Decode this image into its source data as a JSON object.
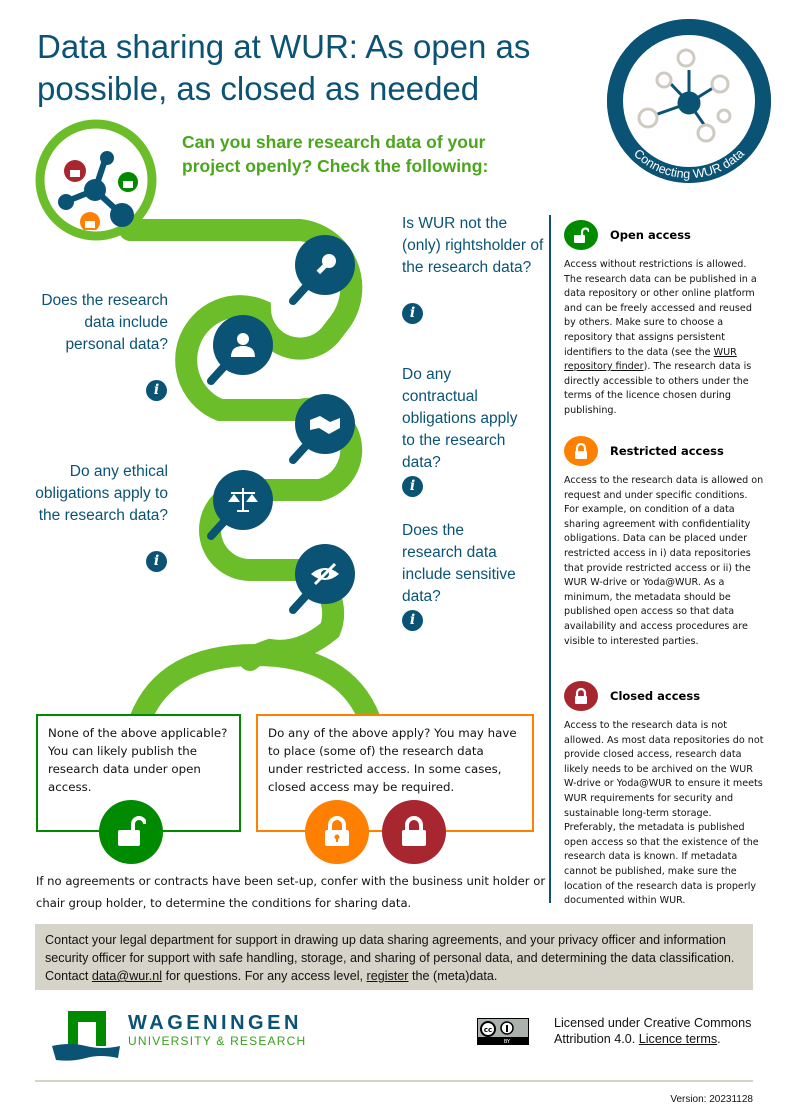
{
  "title": "Data sharing at WUR: As open as possible, as closed as needed",
  "badge_text": "Connecting WUR data",
  "subtitle": "Can you share research data of your project openly? Check the following:",
  "questions": [
    {
      "text": "Is WUR not the (only) rightsholder of the research data?",
      "icon": "key-icon"
    },
    {
      "text": "Does the research data include personal data?",
      "icon": "person-icon"
    },
    {
      "text": "Do any contractual obligations apply to the research data?",
      "icon": "handshake-icon"
    },
    {
      "text": "Do any ethical obligations apply to the research data?",
      "icon": "scales-icon"
    },
    {
      "text": "Does the research data include sensitive data?",
      "icon": "eye-slash-icon"
    }
  ],
  "info_label": "i",
  "access": {
    "open": {
      "title": "Open access",
      "body_pre": "Access without restrictions is allowed. The research data can be published in a data repository or other online platform and can be freely accessed and reused by others. Make sure to choose a repository that assigns persistent identifiers to the data (see the ",
      "link": "WUR repository finder",
      "body_post": "). The research data is directly accessible to others under the terms of the licence chosen during publishing.",
      "color": "#008a00"
    },
    "restricted": {
      "title": "Restricted access",
      "body": "Access to the research data is allowed on request and under specific conditions. For example, on condition of a data sharing agreement with confidentiality obligations. Data can be placed under restricted access in i) data repositories that provide restricted access or ii) the WUR W-drive or Yoda@WUR. As a minimum, the metadata should be published open access so that data availability and access procedures are visible to interested parties.",
      "color": "#ff7f00"
    },
    "closed": {
      "title": "Closed access",
      "body": "Access to the research data is not allowed. As most data repositories do not provide closed access, research data likely needs to be archived on the WUR W-drive or Yoda@WUR to ensure it meets WUR requirements for security and sustainable long-term storage. Preferably, the metadata is published open access so that the existence of the research data is known. If metadata cannot be published, make sure the location of the research data is properly documented within WUR.",
      "color": "#a8262f"
    }
  },
  "outcomes": {
    "none": "None of the above applicable? You can likely publish the research data under open access.",
    "any": "Do any of the above apply? You may have to place (some of) the research data under restricted access. In some cases, closed access may be required."
  },
  "bottom_note": "If no agreements or contracts have been set-up, confer with the business unit holder or chair group holder, to determine the conditions for sharing data.",
  "contact": {
    "pre": "Contact your legal department for support in drawing up data sharing agreements, and your privacy officer and information security officer for support with safe handling, storage, and sharing of personal data, and determining the data classification. Contact ",
    "email": "data@wur.nl",
    "mid": " for questions. For any access level, ",
    "register": "register",
    "post": " the (meta)data."
  },
  "logo": {
    "name": "WAGENINGEN",
    "sub": "UNIVERSITY & RESEARCH"
  },
  "license": {
    "line1": "Licensed under Creative Commons",
    "line2_pre": "Attribution 4.0. ",
    "link": "Licence terms",
    "line2_post": ".",
    "cc_label": "BY"
  },
  "version": "Version: 20231128",
  "colors": {
    "blue": "#0b5374",
    "green": "#6bbd2a",
    "dark_green": "#008a00",
    "orange": "#ff7f00",
    "red": "#a8262f"
  }
}
